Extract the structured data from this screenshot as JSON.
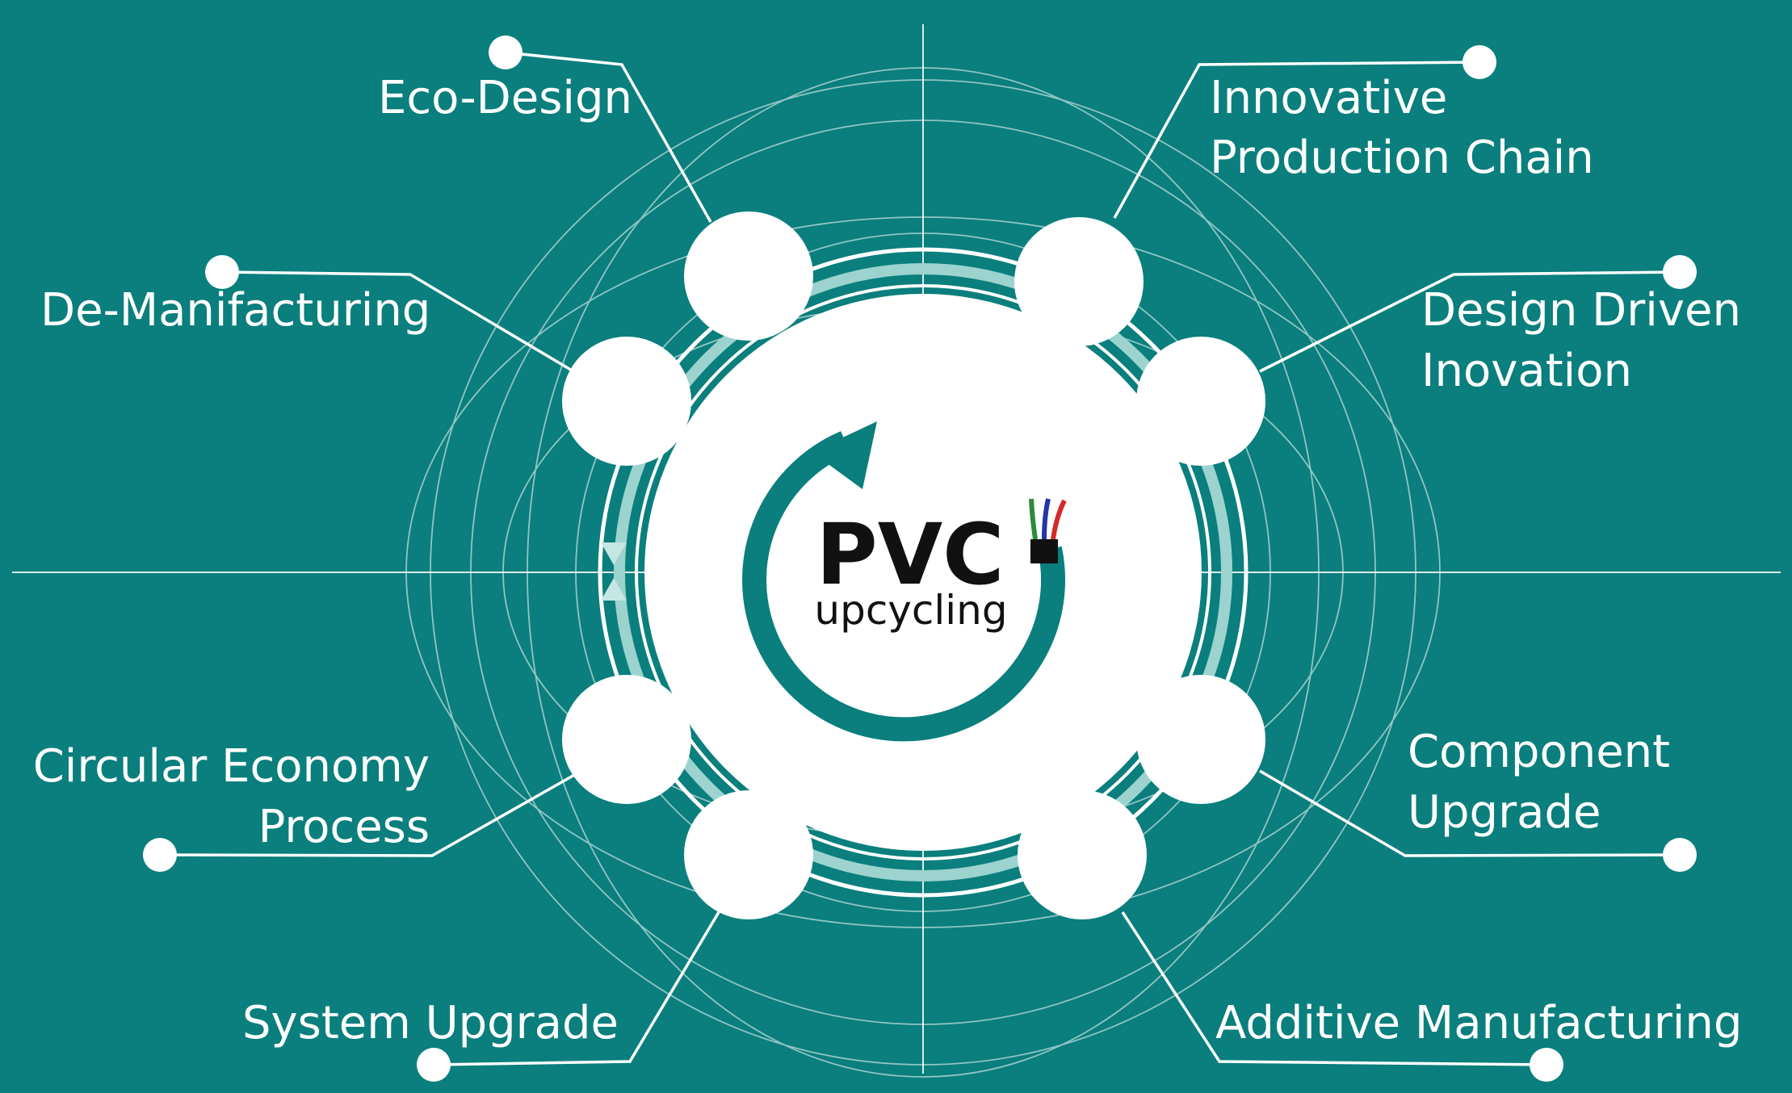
{
  "colors": {
    "background": "#0a7f7d",
    "foreground": "#ffffff",
    "logo_text": "#111111",
    "wire_green": "#2e8b3a",
    "wire_blue": "#2436a8",
    "wire_red": "#d42a2a"
  },
  "logo": {
    "line1": "PVC",
    "line2": "upcycling"
  },
  "labels": {
    "eco_design": "Eco-Design",
    "innovative_line1": "Innovative",
    "innovative_line2": "Production Chain",
    "de_manufacturing": "De-Manifacturing",
    "design_driven_line1": "Design  Driven",
    "design_driven_line2": "Inovation",
    "circular_line1": "Circular Economy",
    "circular_line2": "Process",
    "component_line1": "Component",
    "component_line2": "Upgrade",
    "system_upgrade": "System Upgrade",
    "additive": "Additive Manufacturing"
  }
}
